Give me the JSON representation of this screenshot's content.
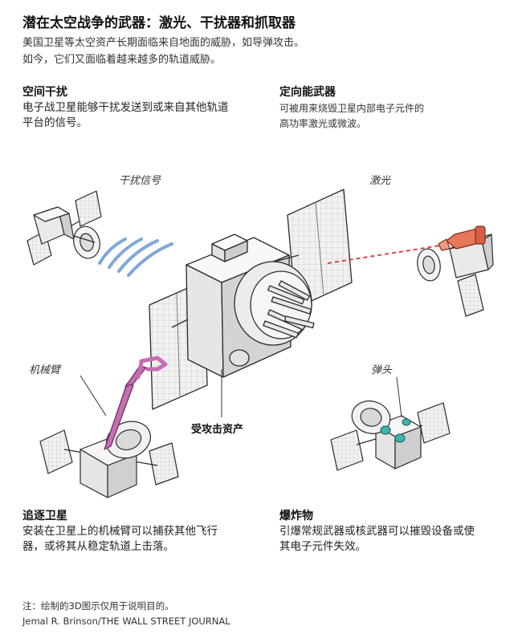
{
  "header": {
    "title": "潜在太空战争的武器：激光、干扰器和抓取器",
    "subtitle_line1": "美国卫星等太空资产长期面临来自地面的威胁，如导弹攻击。",
    "subtitle_line2": "如今，它们又面临着越来越多的轨道威胁。"
  },
  "sections": {
    "jammer": {
      "heading": "空间干扰",
      "body": "电子战卫星能够干扰发送到或来自其他轨道平台的信号。"
    },
    "directed_energy": {
      "heading": "定向能武器",
      "body_line1": "可被用来烧毁卫星内部电子元件的",
      "body_line2": "高功率激光或微波。"
    },
    "chaser": {
      "heading": "追逐卫星",
      "body": "安装在卫星上的机械臂可以捕获其他飞行器，或将其从稳定轨道上击落。"
    },
    "explosive": {
      "heading": "爆炸物",
      "body": "引爆常规武器或核武器可以摧毁设备或使其电子元件失效。"
    }
  },
  "labels": {
    "jamming_signal": "干扰信号",
    "laser": "激光",
    "robotic_arm": "机械臂",
    "warhead": "弹头",
    "target_asset": "受攻击资产"
  },
  "footer": {
    "note": "注：绘制的3D图示仅用于说明目的。",
    "credit": "Jemal R. Brinson/THE WALL STREET JOURNAL"
  },
  "colors": {
    "jam_wave": "#7fa8d8",
    "laser_beam": "#e04040",
    "laser_emitter": "#e8785a",
    "robotic_arm": "#c46fb0",
    "warhead_teal": "#3bb3b0",
    "outline": "#2a2a2a"
  }
}
